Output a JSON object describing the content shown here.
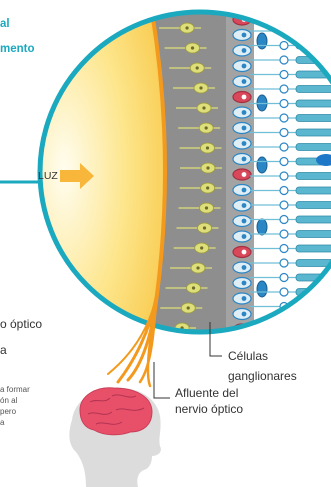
{
  "header": {
    "line1": "al",
    "line2": "mento"
  },
  "labels": {
    "light": "LUZ",
    "optic_nerve_fragment": "o óptico",
    "fragment_a": "a",
    "ganglion_line1": "Células",
    "ganglion_line2": "ganglionares",
    "nerve_line1": "Afluente del",
    "nerve_line2": "nervio óptico"
  },
  "left_note": {
    "line1": "a formar",
    "line2": "ón al",
    "line3": "pero",
    "line4": "a"
  },
  "colors": {
    "accent_teal": "#1ba9bf",
    "nerve_orange": "#f39a1e",
    "light_yellow": "#fde58a",
    "tissue_gray": "#8b8b8b",
    "brain_pink": "#e8506a",
    "head_gray": "#d9d9d9",
    "cell_blue": "#2b86c5",
    "cell_red": "#d8485a",
    "ganglion_yellow": "#dede7a"
  }
}
